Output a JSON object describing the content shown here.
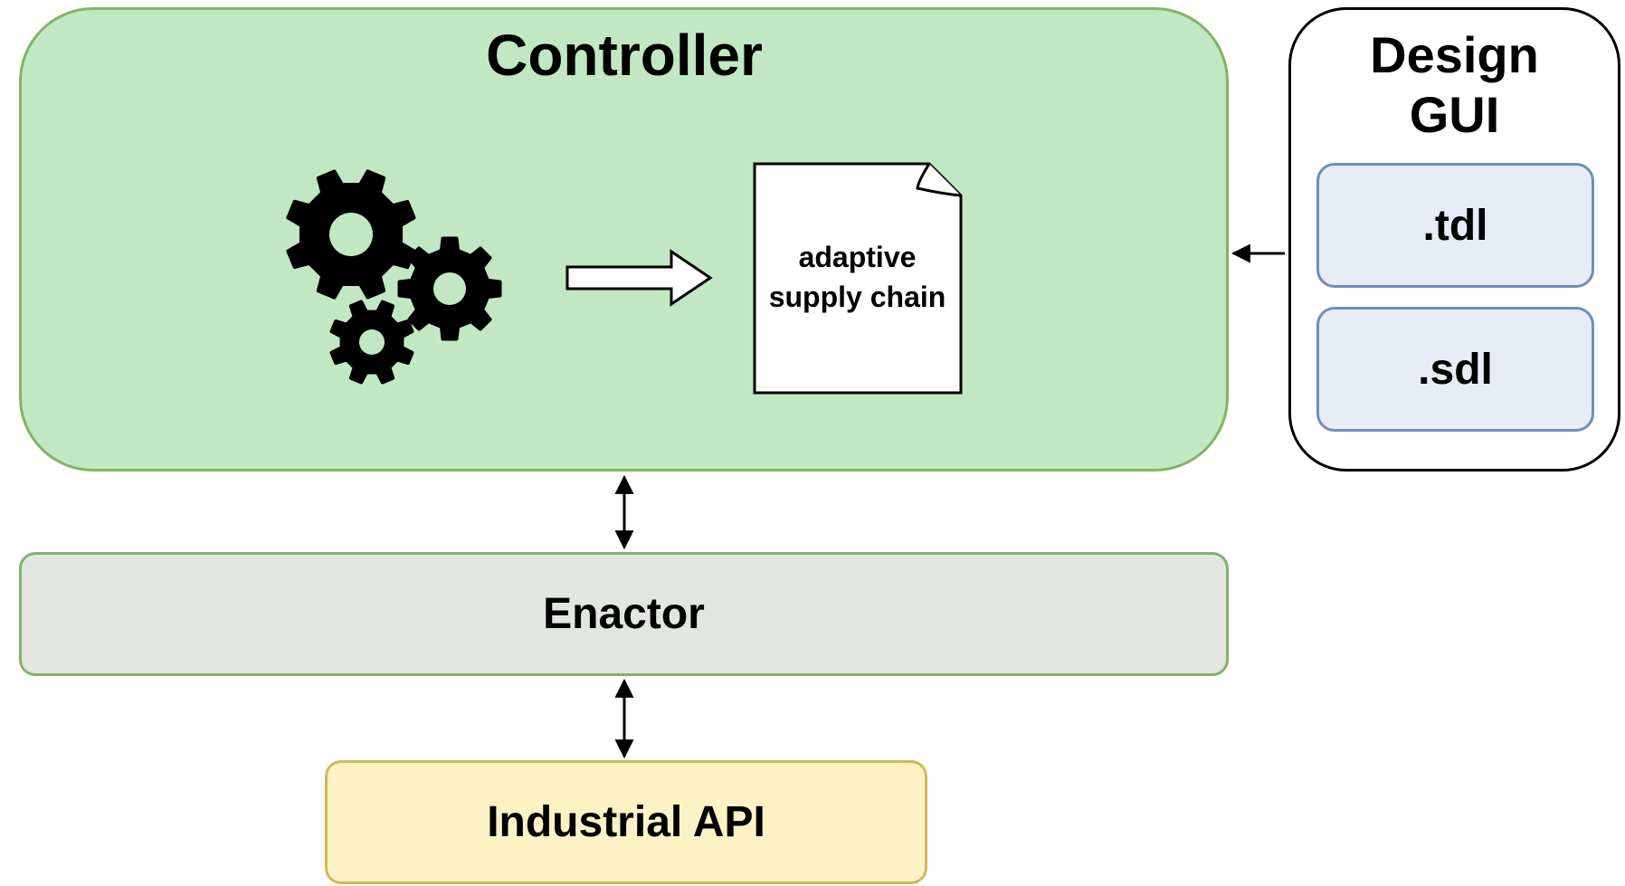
{
  "controller": {
    "title": "Controller",
    "fill": "#c2e8c3",
    "stroke": "#82b366",
    "gears_icon": "gears-icon",
    "document": {
      "label_line1": "adaptive",
      "label_line2": "supply chain",
      "icon": "document-icon"
    }
  },
  "design_gui": {
    "title_line1": "Design",
    "title_line2": "GUI",
    "files": [
      {
        "label": ".tdl",
        "fill": "#e8ecf6",
        "stroke": "#6c8ebf"
      },
      {
        "label": ".sdl",
        "fill": "#e8ecf6",
        "stroke": "#6c8ebf"
      }
    ]
  },
  "enactor": {
    "label": "Enactor",
    "fill": "#e1e6e1",
    "stroke": "#82b366"
  },
  "industrial_api": {
    "label": "Industrial API",
    "fill": "#fdf1c6",
    "stroke": "#d6b656"
  }
}
